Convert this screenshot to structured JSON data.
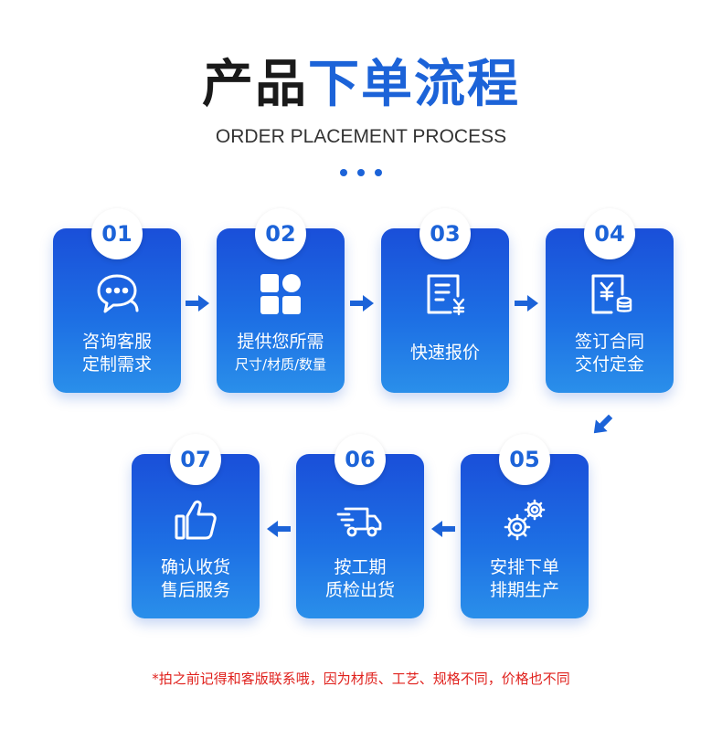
{
  "header": {
    "title_part1": "产品",
    "title_part2": "下单流程",
    "subtitle": "ORDER PLACEMENT PROCESS"
  },
  "colors": {
    "accent": "#1c63d8",
    "card_top": "#1a4fd9",
    "card_bottom": "#2a8fea",
    "note": "#e0221e"
  },
  "steps": [
    {
      "number": "01",
      "icon": "chat-bubble-icon",
      "line1": "咨询客服",
      "line2": "定制需求"
    },
    {
      "number": "02",
      "icon": "grid-blocks-icon",
      "line1": "提供您所需",
      "line2": "尺寸/材质/数量"
    },
    {
      "number": "03",
      "icon": "quote-document-icon",
      "line1": "快速报价",
      "line2": ""
    },
    {
      "number": "04",
      "icon": "payment-document-icon",
      "line1": "签订合同",
      "line2": "交付定金"
    },
    {
      "number": "05",
      "icon": "gears-icon",
      "line1": "安排下单",
      "line2": "排期生产"
    },
    {
      "number": "06",
      "icon": "delivery-truck-icon",
      "line1": "按工期",
      "line2": "质检出货"
    },
    {
      "number": "07",
      "icon": "thumbs-up-icon",
      "line1": "确认收货",
      "line2": "售后服务"
    }
  ],
  "note": "*拍之前记得和客版联系哦，因为材质、工艺、规格不同，价格也不同"
}
